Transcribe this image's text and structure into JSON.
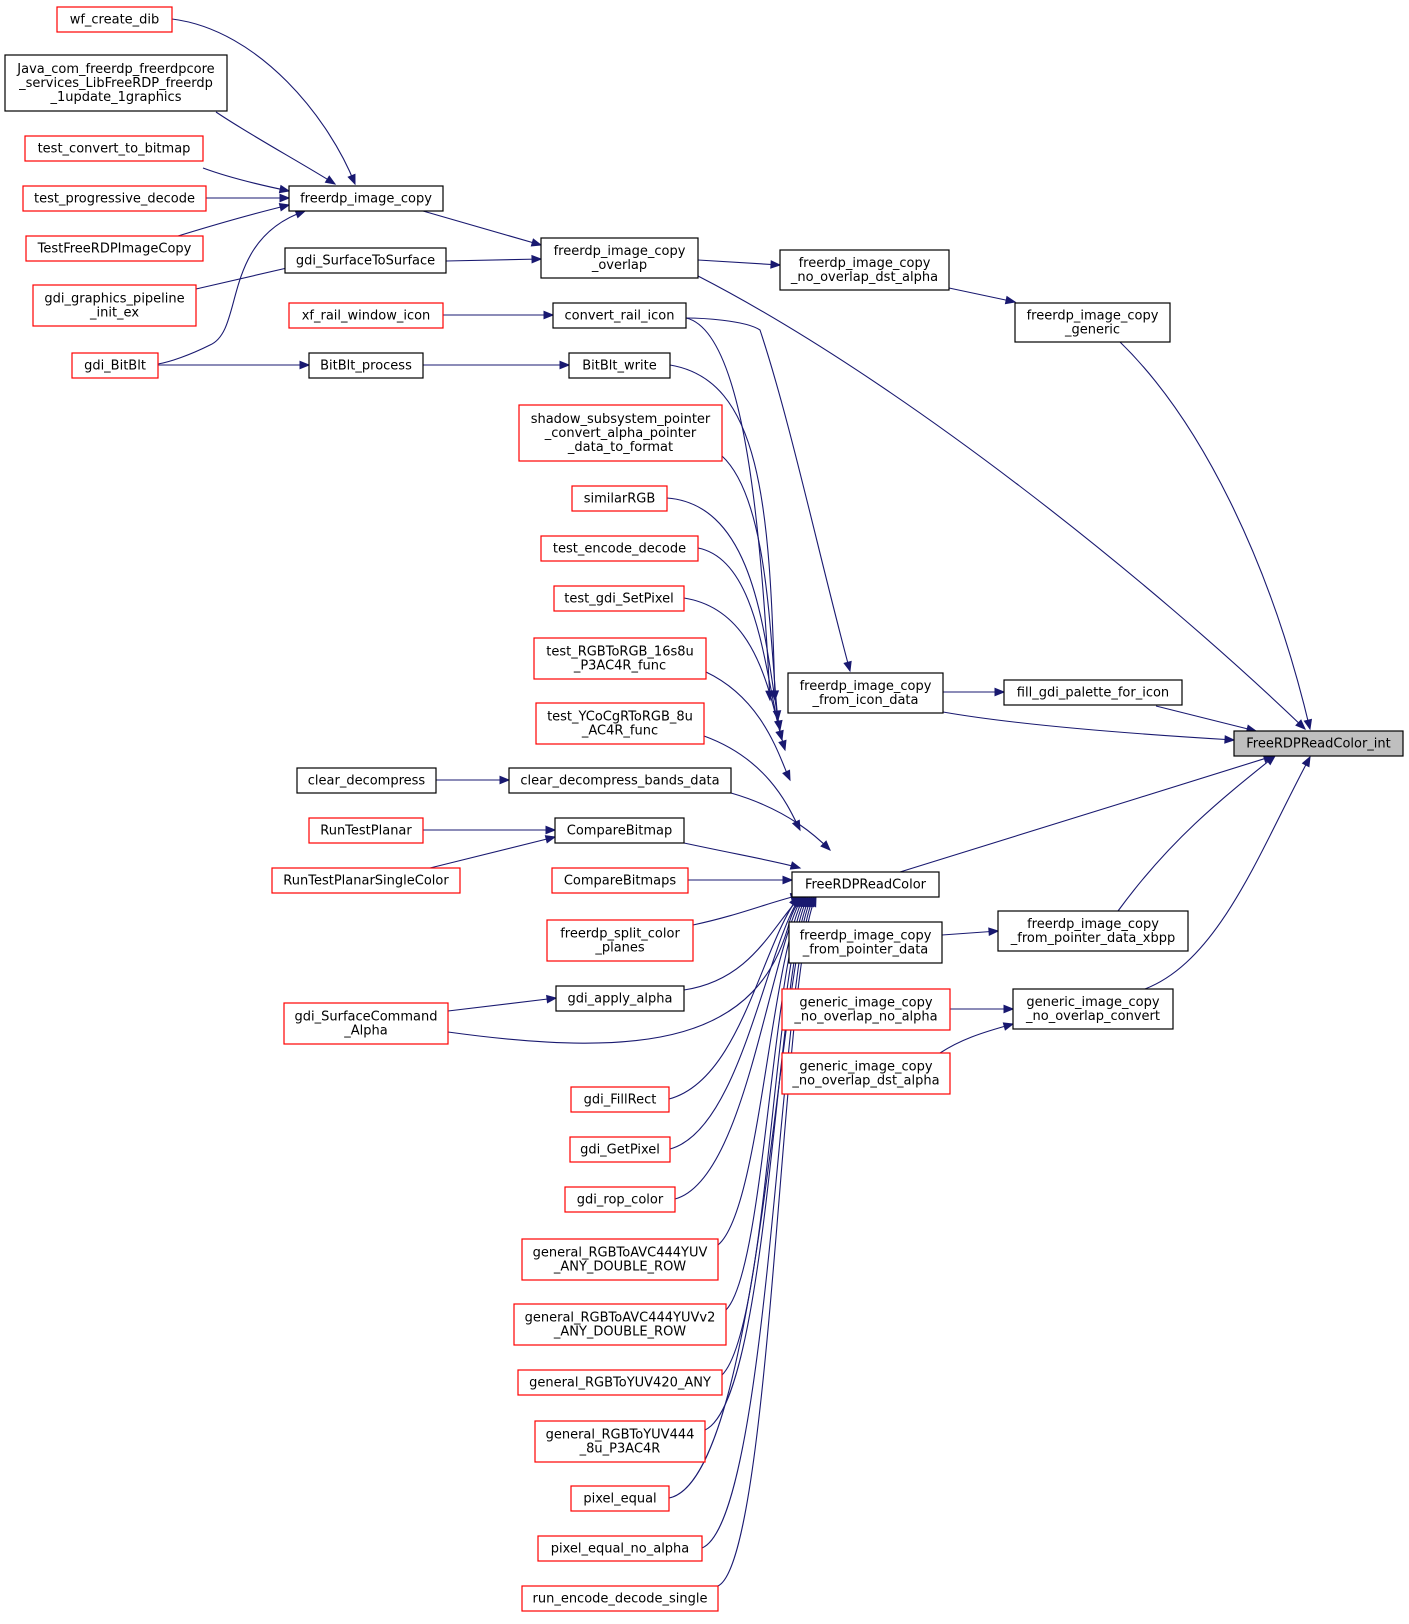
{
  "graph": {
    "colors": {
      "edge": "#191970",
      "node_border_linked": "#000000",
      "node_border_undocumented": "#ff0000",
      "node_fill": "#ffffff",
      "root_fill": "#bfbfbf"
    },
    "nodes": [
      {
        "id": "wf_create_dib",
        "lines": [
          "wf_create_dib"
        ],
        "border": "red"
      },
      {
        "id": "java_update_graphics",
        "lines": [
          "Java_com_freerdp_freerdpcore",
          "_services_LibFreeRDP_freerdp",
          "_1update_1graphics"
        ],
        "border": "black"
      },
      {
        "id": "test_convert_to_bitmap",
        "lines": [
          "test_convert_to_bitmap"
        ],
        "border": "red"
      },
      {
        "id": "test_progressive_decode",
        "lines": [
          "test_progressive_decode"
        ],
        "border": "red"
      },
      {
        "id": "TestFreeRDPImageCopy",
        "lines": [
          "TestFreeRDPImageCopy"
        ],
        "border": "red"
      },
      {
        "id": "gdi_graphics_pipeline_init_ex",
        "lines": [
          "gdi_graphics_pipeline",
          "_init_ex"
        ],
        "border": "red"
      },
      {
        "id": "gdi_BitBlt",
        "lines": [
          "gdi_BitBlt"
        ],
        "border": "red"
      },
      {
        "id": "freerdp_image_copy",
        "lines": [
          "freerdp_image_copy"
        ],
        "border": "black"
      },
      {
        "id": "gdi_SurfaceToSurface",
        "lines": [
          "gdi_SurfaceToSurface"
        ],
        "border": "black"
      },
      {
        "id": "xf_rail_window_icon",
        "lines": [
          "xf_rail_window_icon"
        ],
        "border": "red"
      },
      {
        "id": "BitBlt_process",
        "lines": [
          "BitBlt_process"
        ],
        "border": "black"
      },
      {
        "id": "clear_decompress",
        "lines": [
          "clear_decompress"
        ],
        "border": "black"
      },
      {
        "id": "RunTestPlanar",
        "lines": [
          "RunTestPlanar"
        ],
        "border": "red"
      },
      {
        "id": "RunTestPlanarSingleColor",
        "lines": [
          "RunTestPlanarSingleColor"
        ],
        "border": "red"
      },
      {
        "id": "gdi_SurfaceCommand_Alpha",
        "lines": [
          "gdi_SurfaceCommand",
          "_Alpha"
        ],
        "border": "red"
      },
      {
        "id": "freerdp_image_copy_overlap",
        "lines": [
          "freerdp_image_copy",
          "_overlap"
        ],
        "border": "black"
      },
      {
        "id": "convert_rail_icon",
        "lines": [
          "convert_rail_icon"
        ],
        "border": "black"
      },
      {
        "id": "BitBlt_write",
        "lines": [
          "BitBlt_write"
        ],
        "border": "black"
      },
      {
        "id": "shadow_convert_alpha",
        "lines": [
          "shadow_subsystem_pointer",
          "_convert_alpha_pointer",
          "_data_to_format"
        ],
        "border": "red"
      },
      {
        "id": "similarRGB",
        "lines": [
          "similarRGB"
        ],
        "border": "red"
      },
      {
        "id": "test_encode_decode",
        "lines": [
          "test_encode_decode"
        ],
        "border": "red"
      },
      {
        "id": "test_gdi_SetPixel",
        "lines": [
          "test_gdi_SetPixel"
        ],
        "border": "red"
      },
      {
        "id": "test_RGBToRGB_16s8u",
        "lines": [
          "test_RGBToRGB_16s8u",
          "_P3AC4R_func"
        ],
        "border": "red"
      },
      {
        "id": "test_YCoCgRToRGB_8u",
        "lines": [
          "test_YCoCgRToRGB_8u",
          "_AC4R_func"
        ],
        "border": "red"
      },
      {
        "id": "clear_decompress_bands_data",
        "lines": [
          "clear_decompress_bands_data"
        ],
        "border": "black"
      },
      {
        "id": "CompareBitmap",
        "lines": [
          "CompareBitmap"
        ],
        "border": "black"
      },
      {
        "id": "CompareBitmaps",
        "lines": [
          "CompareBitmaps"
        ],
        "border": "red"
      },
      {
        "id": "freerdp_split_color_planes",
        "lines": [
          "freerdp_split_color",
          "_planes"
        ],
        "border": "red"
      },
      {
        "id": "gdi_apply_alpha",
        "lines": [
          "gdi_apply_alpha"
        ],
        "border": "black"
      },
      {
        "id": "gdi_FillRect",
        "lines": [
          "gdi_FillRect"
        ],
        "border": "red"
      },
      {
        "id": "gdi_GetPixel",
        "lines": [
          "gdi_GetPixel"
        ],
        "border": "red"
      },
      {
        "id": "gdi_rop_color",
        "lines": [
          "gdi_rop_color"
        ],
        "border": "red"
      },
      {
        "id": "general_RGBToAVC444YUV",
        "lines": [
          "general_RGBToAVC444YUV",
          "_ANY_DOUBLE_ROW"
        ],
        "border": "red"
      },
      {
        "id": "general_RGBToAVC444YUVv2",
        "lines": [
          "general_RGBToAVC444YUVv2",
          "_ANY_DOUBLE_ROW"
        ],
        "border": "red"
      },
      {
        "id": "general_RGBToYUV420_ANY",
        "lines": [
          "general_RGBToYUV420_ANY"
        ],
        "border": "red"
      },
      {
        "id": "general_RGBToYUV444",
        "lines": [
          "general_RGBToYUV444",
          "_8u_P3AC4R"
        ],
        "border": "red"
      },
      {
        "id": "pixel_equal",
        "lines": [
          "pixel_equal"
        ],
        "border": "red"
      },
      {
        "id": "pixel_equal_no_alpha",
        "lines": [
          "pixel_equal_no_alpha"
        ],
        "border": "red"
      },
      {
        "id": "run_encode_decode_single",
        "lines": [
          "run_encode_decode_single"
        ],
        "border": "red"
      },
      {
        "id": "no_overlap_dst_alpha_top",
        "lines": [
          "freerdp_image_copy",
          "_no_overlap_dst_alpha"
        ],
        "border": "black"
      },
      {
        "id": "from_icon_data",
        "lines": [
          "freerdp_image_copy",
          "_from_icon_data"
        ],
        "border": "black"
      },
      {
        "id": "FreeRDPReadColor",
        "lines": [
          "FreeRDPReadColor"
        ],
        "border": "black"
      },
      {
        "id": "from_pointer_data",
        "lines": [
          "freerdp_image_copy",
          "_from_pointer_data"
        ],
        "border": "black"
      },
      {
        "id": "generic_no_overlap_no_alpha",
        "lines": [
          "generic_image_copy",
          "_no_overlap_no_alpha"
        ],
        "border": "red"
      },
      {
        "id": "generic_no_overlap_dst_alpha",
        "lines": [
          "generic_image_copy",
          "_no_overlap_dst_alpha"
        ],
        "border": "red"
      },
      {
        "id": "image_copy_generic",
        "lines": [
          "freerdp_image_copy",
          "_generic"
        ],
        "border": "black"
      },
      {
        "id": "fill_gdi_palette_for_icon",
        "lines": [
          "fill_gdi_palette_for_icon"
        ],
        "border": "black"
      },
      {
        "id": "from_pointer_data_xbpp",
        "lines": [
          "freerdp_image_copy",
          "_from_pointer_data_xbpp"
        ],
        "border": "black"
      },
      {
        "id": "generic_no_overlap_convert",
        "lines": [
          "generic_image_copy",
          "_no_overlap_convert"
        ],
        "border": "black"
      },
      {
        "id": "FreeRDPReadColor_int",
        "lines": [
          "FreeRDPReadColor_int"
        ],
        "border": "black",
        "root": true
      }
    ]
  }
}
